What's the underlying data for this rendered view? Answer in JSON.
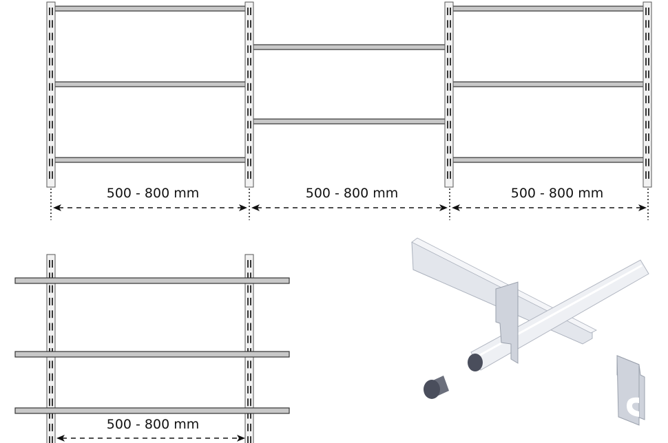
{
  "top_diagram": {
    "spans": [
      {
        "label": "500 - 800 mm"
      },
      {
        "label": "500 - 800 mm"
      },
      {
        "label": "500 - 800 mm"
      }
    ]
  },
  "bottom_diagram": {
    "span": {
      "label": "500 - 800 mm"
    }
  },
  "colors": {
    "upright_fill": "#f2f2f2",
    "rail_fill": "#c8c8c8",
    "outline": "#333333",
    "hardware_metal": "#d6d9e2",
    "end_cap": "#4a4e5c"
  }
}
